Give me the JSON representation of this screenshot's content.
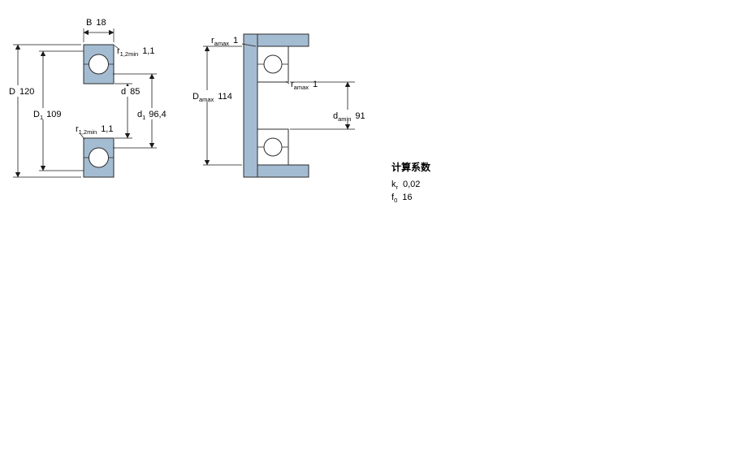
{
  "colors": {
    "steel_fill": "#a4bcd2"
  },
  "left_figure": {
    "b": {
      "sym": "B",
      "value": "18"
    },
    "r_top": {
      "sym": "r",
      "sub": "1,2min",
      "value": "1,1"
    },
    "D": {
      "sym": "D",
      "value": "120"
    },
    "D1": {
      "sym": "D",
      "sub": "1",
      "value": "109"
    },
    "d": {
      "sym": "d",
      "value": "85"
    },
    "d1": {
      "sym": "d",
      "sub": "1",
      "value": "96,4"
    },
    "r_bottom": {
      "sym": "r",
      "sub": "1,2min",
      "value": "1,1"
    }
  },
  "right_figure": {
    "ra_top": {
      "sym": "r",
      "sub": "amax",
      "value": "1"
    },
    "Da": {
      "sym": "D",
      "sub": "amax",
      "value": "114"
    },
    "ra_mid": {
      "sym": "r",
      "sub": "amax",
      "value": "1"
    },
    "da": {
      "sym": "d",
      "sub": "amin",
      "value": "91"
    }
  },
  "calculation_factors": {
    "title": "计算系数",
    "kr": {
      "sym": "k",
      "sub": "r",
      "value": "0,02"
    },
    "f0": {
      "sym": "f",
      "sub": "0",
      "value": "16"
    }
  }
}
